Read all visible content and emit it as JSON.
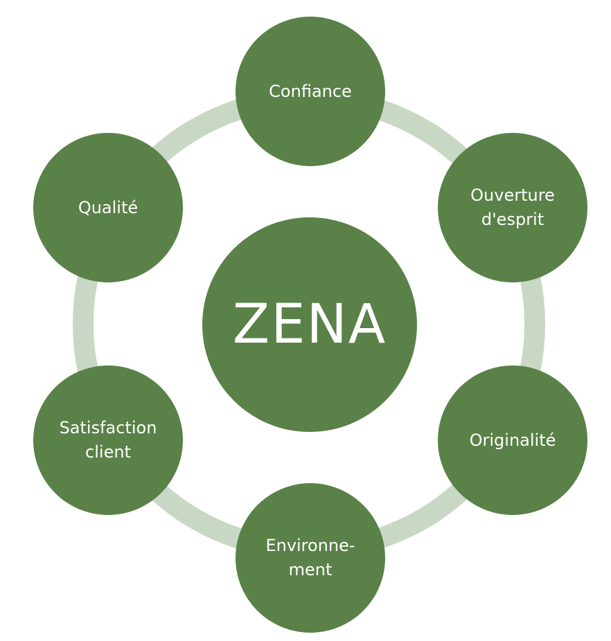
{
  "colors": {
    "node_fill": "#5a8148",
    "ring_stroke": "#c9d8c4",
    "text": "#ffffff"
  },
  "center": {
    "label": "ZENA"
  },
  "nodes": [
    {
      "id": "confiance",
      "label": "Confiance"
    },
    {
      "id": "ouverture",
      "label": "Ouverture\nd'esprit"
    },
    {
      "id": "originalite",
      "label": "Originalité"
    },
    {
      "id": "environnement",
      "label": "Environne-\nment"
    },
    {
      "id": "satisfaction",
      "label": "Satisfaction\nclient"
    },
    {
      "id": "qualite",
      "label": "Qualité"
    }
  ]
}
